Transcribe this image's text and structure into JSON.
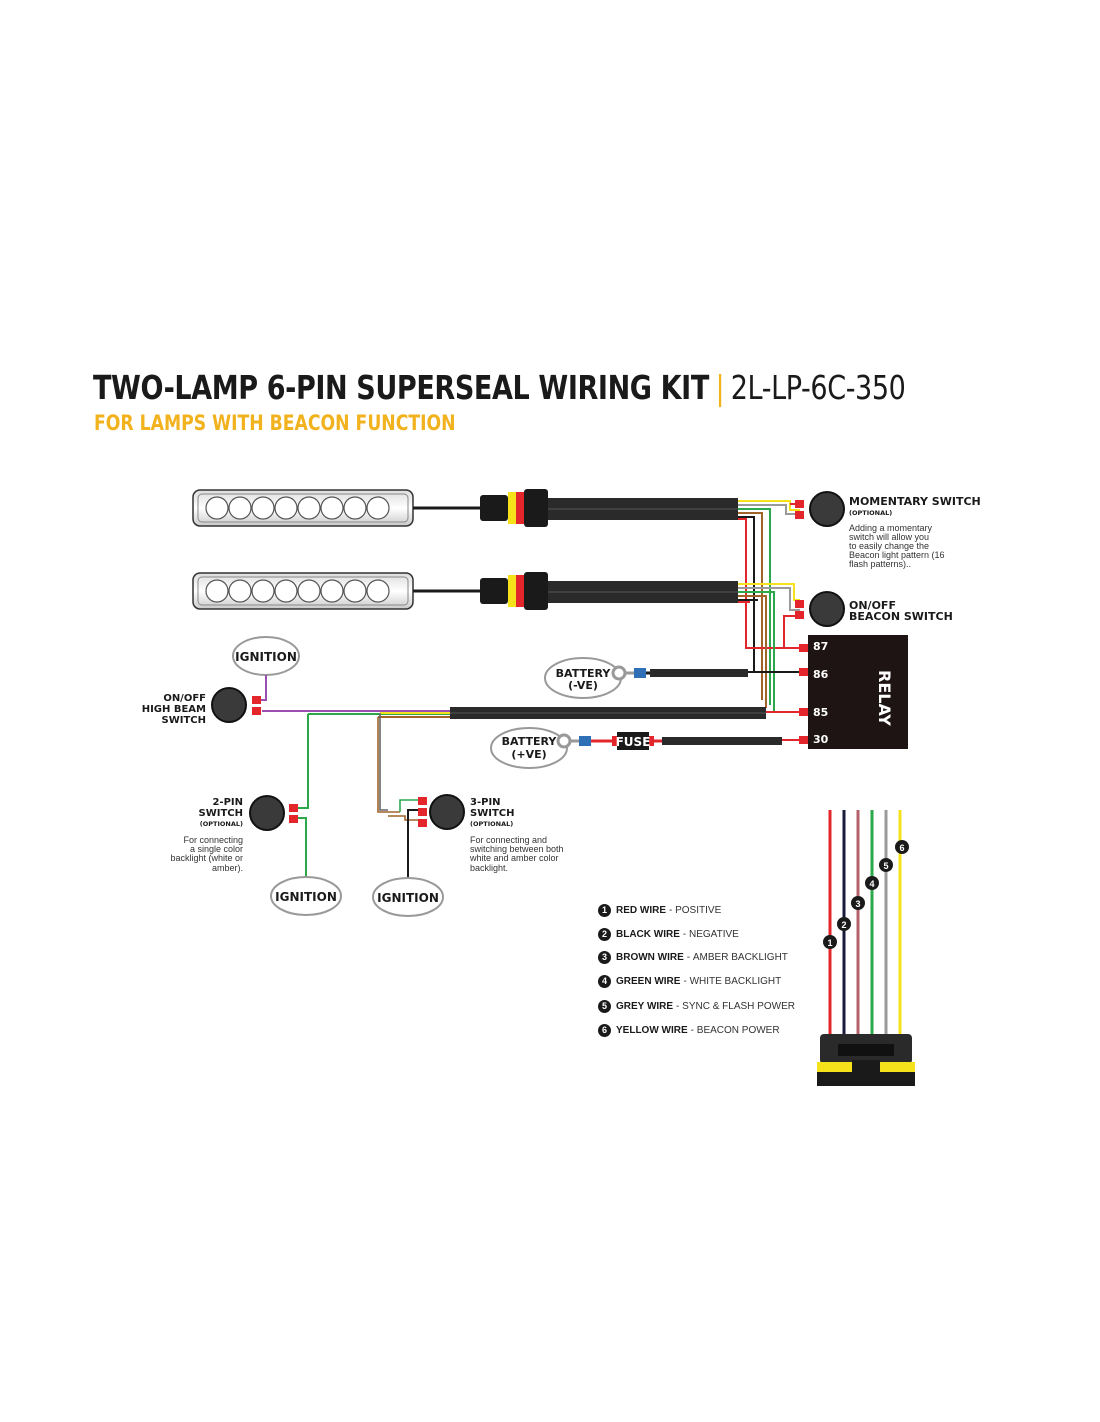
{
  "title": {
    "main": "TWO-LAMP 6-PIN SUPERSEAL WIRING KIT",
    "separator": "|",
    "code": "2L-LP-6C-350",
    "subtitle": "FOR LAMPS WITH BEACON FUNCTION"
  },
  "momentary_switch": {
    "title": "MOMENTARY SWITCH",
    "optional": "(OPTIONAL)",
    "desc": [
      "Adding a momentary",
      "switch will allow you",
      "to easily change the",
      "Beacon light pattern (16",
      "flash patterns).."
    ]
  },
  "beacon_switch": {
    "line1": "ON/OFF",
    "line2": "BEACON SWITCH"
  },
  "relay": {
    "label": "RELAY",
    "pins": [
      "87",
      "86",
      "85",
      "30"
    ]
  },
  "battery_neg": {
    "line1": "BATTERY",
    "line2": "(-VE)"
  },
  "battery_pos": {
    "line1": "BATTERY",
    "line2": "(+VE)"
  },
  "fuse": "FUSE",
  "ignition_top": "IGNITION",
  "ignition_left": "IGNITION",
  "ignition_right": "IGNITION",
  "high_beam_switch": {
    "line1": "ON/OFF",
    "line2": "HIGH BEAM",
    "line3": "SWITCH"
  },
  "two_pin_switch": {
    "line1": "2-PIN",
    "line2": "SWITCH",
    "optional": "(OPTIONAL)",
    "desc": [
      "For connecting",
      "a single color",
      "backlight (white or",
      "amber)."
    ]
  },
  "three_pin_switch": {
    "line1": "3-PIN",
    "line2": "SWITCH",
    "optional": "(OPTIONAL)",
    "desc": [
      "For connecting and",
      "switching between both",
      "white and amber color",
      "backlight."
    ]
  },
  "legend": [
    {
      "num": "1",
      "name": "RED WIRE",
      "desc": "POSITIVE",
      "color": "#e3262b"
    },
    {
      "num": "2",
      "name": "BLACK WIRE",
      "desc": "NEGATIVE",
      "color": "#1a1a3a"
    },
    {
      "num": "3",
      "name": "BROWN WIRE",
      "desc": "AMBER BACKLIGHT",
      "color": "#b5616b"
    },
    {
      "num": "4",
      "name": "GREEN WIRE",
      "desc": "WHITE BACKLIGHT",
      "color": "#2aa84a"
    },
    {
      "num": "5",
      "name": "GREY WIRE",
      "desc": "SYNC & FLASH POWER",
      "color": "#9a9a9a"
    },
    {
      "num": "6",
      "name": "YELLOW WIRE",
      "desc": "BEACON POWER",
      "color": "#f5e21a"
    }
  ],
  "colors": {
    "accent": "#f2b21e",
    "red": "#e3262b",
    "black": "#1a1a1a",
    "brown": "#a0642a",
    "green": "#2aa84a",
    "grey": "#9a9a9a",
    "yellow": "#f5e21a",
    "purple": "#9b4fb0",
    "connector_yellow": "#f5e21a"
  }
}
